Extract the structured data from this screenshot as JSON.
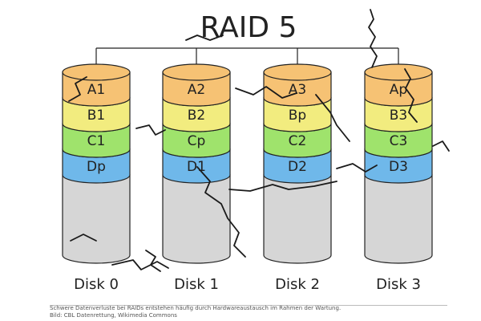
{
  "title": "RAID 5",
  "colors": {
    "row_a": "#f6c274",
    "row_b": "#f2ec7f",
    "row_c": "#9fe36c",
    "row_d": "#6fb8ea",
    "disk_body": "#d6d6d6",
    "outline": "#222222",
    "crack": "#1a1a1a"
  },
  "disks": [
    {
      "label": "Disk 0",
      "blocks": [
        "A1",
        "B1",
        "C1",
        "Dp"
      ]
    },
    {
      "label": "Disk 1",
      "blocks": [
        "A2",
        "B2",
        "Cp",
        "D1"
      ]
    },
    {
      "label": "Disk 2",
      "blocks": [
        "A3",
        "Bp",
        "C2",
        "D2"
      ]
    },
    {
      "label": "Disk 3",
      "blocks": [
        "Ap",
        "B3",
        "C3",
        "D3"
      ]
    }
  ],
  "caption": {
    "line1": "Schwere Datenverluste bei RAIDs entstehen häufig durch Hardwareaustausch im Rahmen der Wartung.",
    "line2": "Bild: CBL Datenrettung, Wikimedia Commons"
  }
}
